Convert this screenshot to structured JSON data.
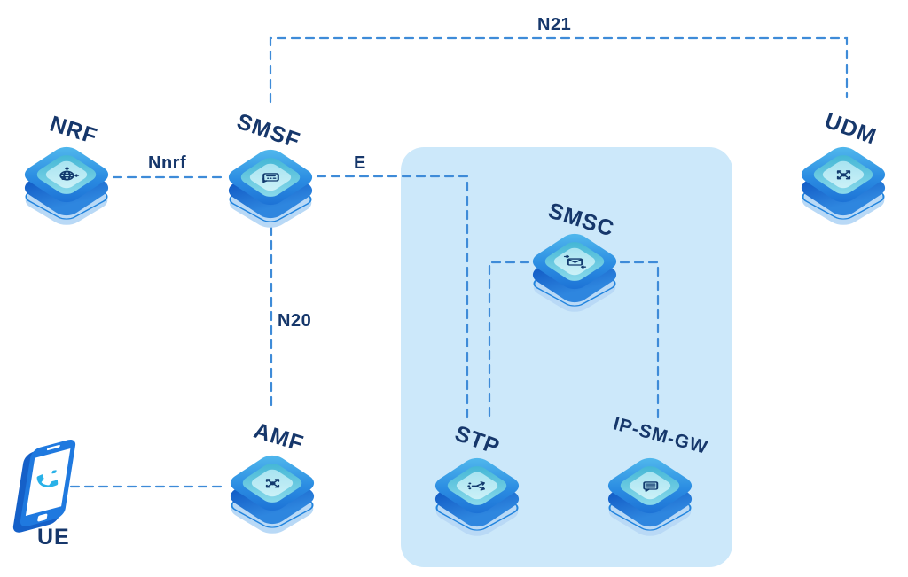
{
  "nodes": {
    "nrf": {
      "label": "NRF",
      "icon": "globe-registry-icon"
    },
    "smsf": {
      "label": "SMSF",
      "icon": "message-server-icon"
    },
    "udm": {
      "label": "UDM",
      "icon": "hub-arrows-icon"
    },
    "smsc": {
      "label": "SMSC",
      "icon": "envelope-transfer-icon"
    },
    "amf": {
      "label": "AMF",
      "icon": "hub-arrows-icon"
    },
    "stp": {
      "label": "STP",
      "icon": "route-branch-icon"
    },
    "ip_sm_gw": {
      "label": "IP-SM-GW",
      "icon": "message-document-icon"
    },
    "ue": {
      "label": "UE",
      "icon": "phone-handset-icon"
    }
  },
  "interfaces": {
    "n21": {
      "label": "N21"
    },
    "nnrf": {
      "label": "Nnrf"
    },
    "e": {
      "label": "E"
    },
    "n20": {
      "label": "N20"
    }
  },
  "colors": {
    "background": "#ffffff",
    "panel": "#cce8fa",
    "link": "#3e8bd8",
    "label": "#16376b",
    "icon": "#123a6e",
    "node_top_light": "#55bdee",
    "node_top_dark": "#1b6fd4",
    "node_side": "#1560c8",
    "inner_teal": "#3fb4d4",
    "shadow_diamond": "#b9d9f6",
    "ring_stroke": "#2184de",
    "phone_frame": "#1f79df",
    "phone_accent": "#28b1e8"
  }
}
